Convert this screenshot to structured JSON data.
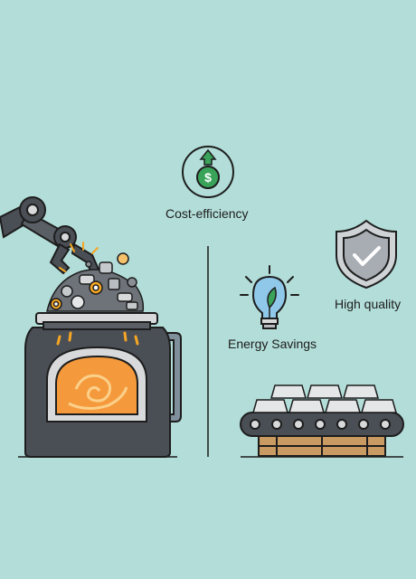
{
  "benefits": {
    "cost": "Cost-efficiency",
    "energy": "Energy Savings",
    "quality": "High quality"
  },
  "icons": [
    "robot-arm-icon",
    "scrap-metal-icon",
    "furnace-icon",
    "dollar-coin-icon",
    "lightbulb-leaf-icon",
    "shield-check-icon",
    "conveyor-belt-icon",
    "ingot-icon"
  ],
  "colors": {
    "background": "#b2ddd8",
    "furnace": "#4a4e55",
    "fire": "#f59a3c",
    "coin_green": "#3aa35a",
    "shield": "#cfd3d6",
    "bulb": "#8fc8e8"
  }
}
